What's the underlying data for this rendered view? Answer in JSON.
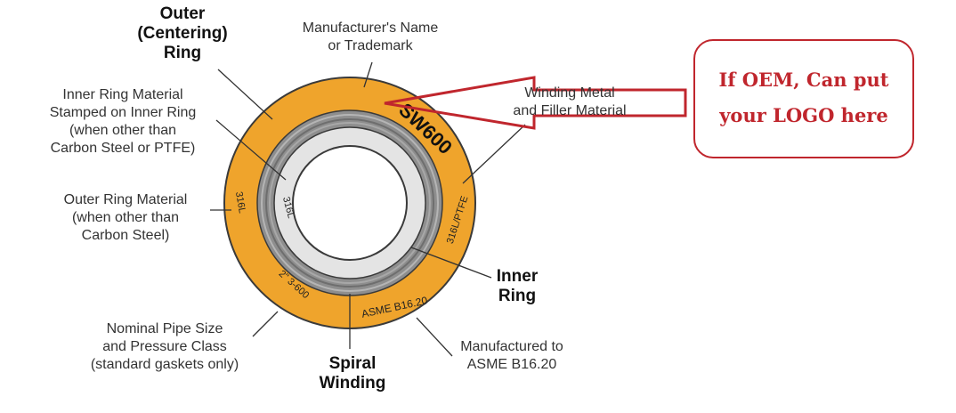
{
  "labels": {
    "outer_ring_1": "Outer",
    "outer_ring_2": "(Centering)",
    "outer_ring_3": "Ring",
    "manufacturer_1": "Manufacturer's Name",
    "manufacturer_2": "or Trademark",
    "inner_material_1": "Inner Ring Material",
    "inner_material_2": "Stamped on Inner Ring",
    "inner_material_3": "(when other than",
    "inner_material_4": "Carbon Steel or PTFE)",
    "winding_metal_1": "Winding Metal",
    "winding_metal_2": "and Filler Material",
    "outer_material_1": "Outer Ring Material",
    "outer_material_2": "(when other than",
    "outer_material_3": "Carbon Steel)",
    "inner_ring_1": "Inner",
    "inner_ring_2": "Ring",
    "pipe_size_1": "Nominal Pipe Size",
    "pipe_size_2": "and Pressure Class",
    "pipe_size_3": "(standard gaskets only)",
    "spiral_1": "Spiral",
    "spiral_2": "Winding",
    "asme_1": "Manufactured to",
    "asme_2": "ASME B16.20"
  },
  "stamps": {
    "logo": "SW600",
    "inner_ring_material": "316L",
    "outer_ring_material": "316L",
    "winding_material": "316L/PTFE",
    "standard": "ASME B16.20",
    "size_class": "2\" 3-600"
  },
  "oem_callout": {
    "line1": "If OEM, Can put",
    "line2": "your LOGO here"
  },
  "colors": {
    "outer_ring": "#efa42c",
    "accent_red": "#c0262d"
  }
}
